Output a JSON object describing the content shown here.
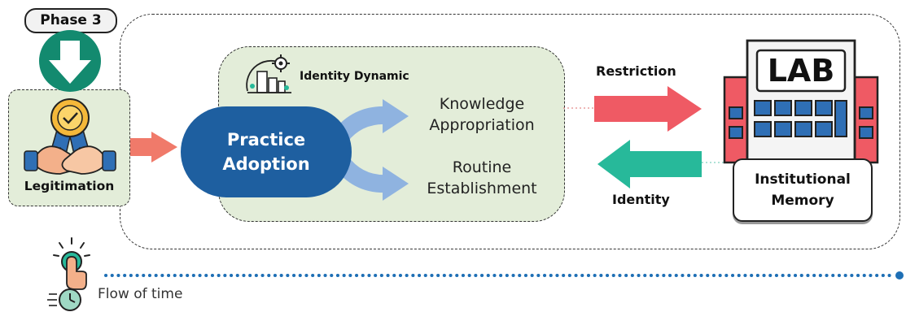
{
  "phase": {
    "label": "Phase 3"
  },
  "legitimation": {
    "label": "Legitimation"
  },
  "identity_dynamic": {
    "title": "Identity Dynamic"
  },
  "practice": {
    "line1": "Practice",
    "line2": "Adoption"
  },
  "branches": [
    {
      "line1": "Knowledge",
      "line2": "Appropriation"
    },
    {
      "line1": "Routine",
      "line2": "Establishment"
    }
  ],
  "arrows": {
    "restriction": "Restriction",
    "identity": "Identity"
  },
  "lab": {
    "sign": "LAB",
    "line1": "Institutional",
    "line2": "Memory"
  },
  "timeline": {
    "label": "Flow of time"
  },
  "colors": {
    "green_fill": "#e3edd9",
    "practice_blue": "#1e5fa0",
    "branch_arrow": "#8fb3e0",
    "restriction_red": "#ef5a64",
    "identity_teal": "#27b99a",
    "salmon_arrow": "#f07a6a",
    "phase_arrow_green": "#138a6f",
    "timeline_blue": "#1e6fb5"
  },
  "icons": {
    "phase": "down-arrow-circle-icon",
    "legitimation": "handshake-badge-icon",
    "identity_dynamic": "building-gear-icon",
    "lab": "lab-building-icon",
    "timeline": "clock-hand-icon"
  }
}
